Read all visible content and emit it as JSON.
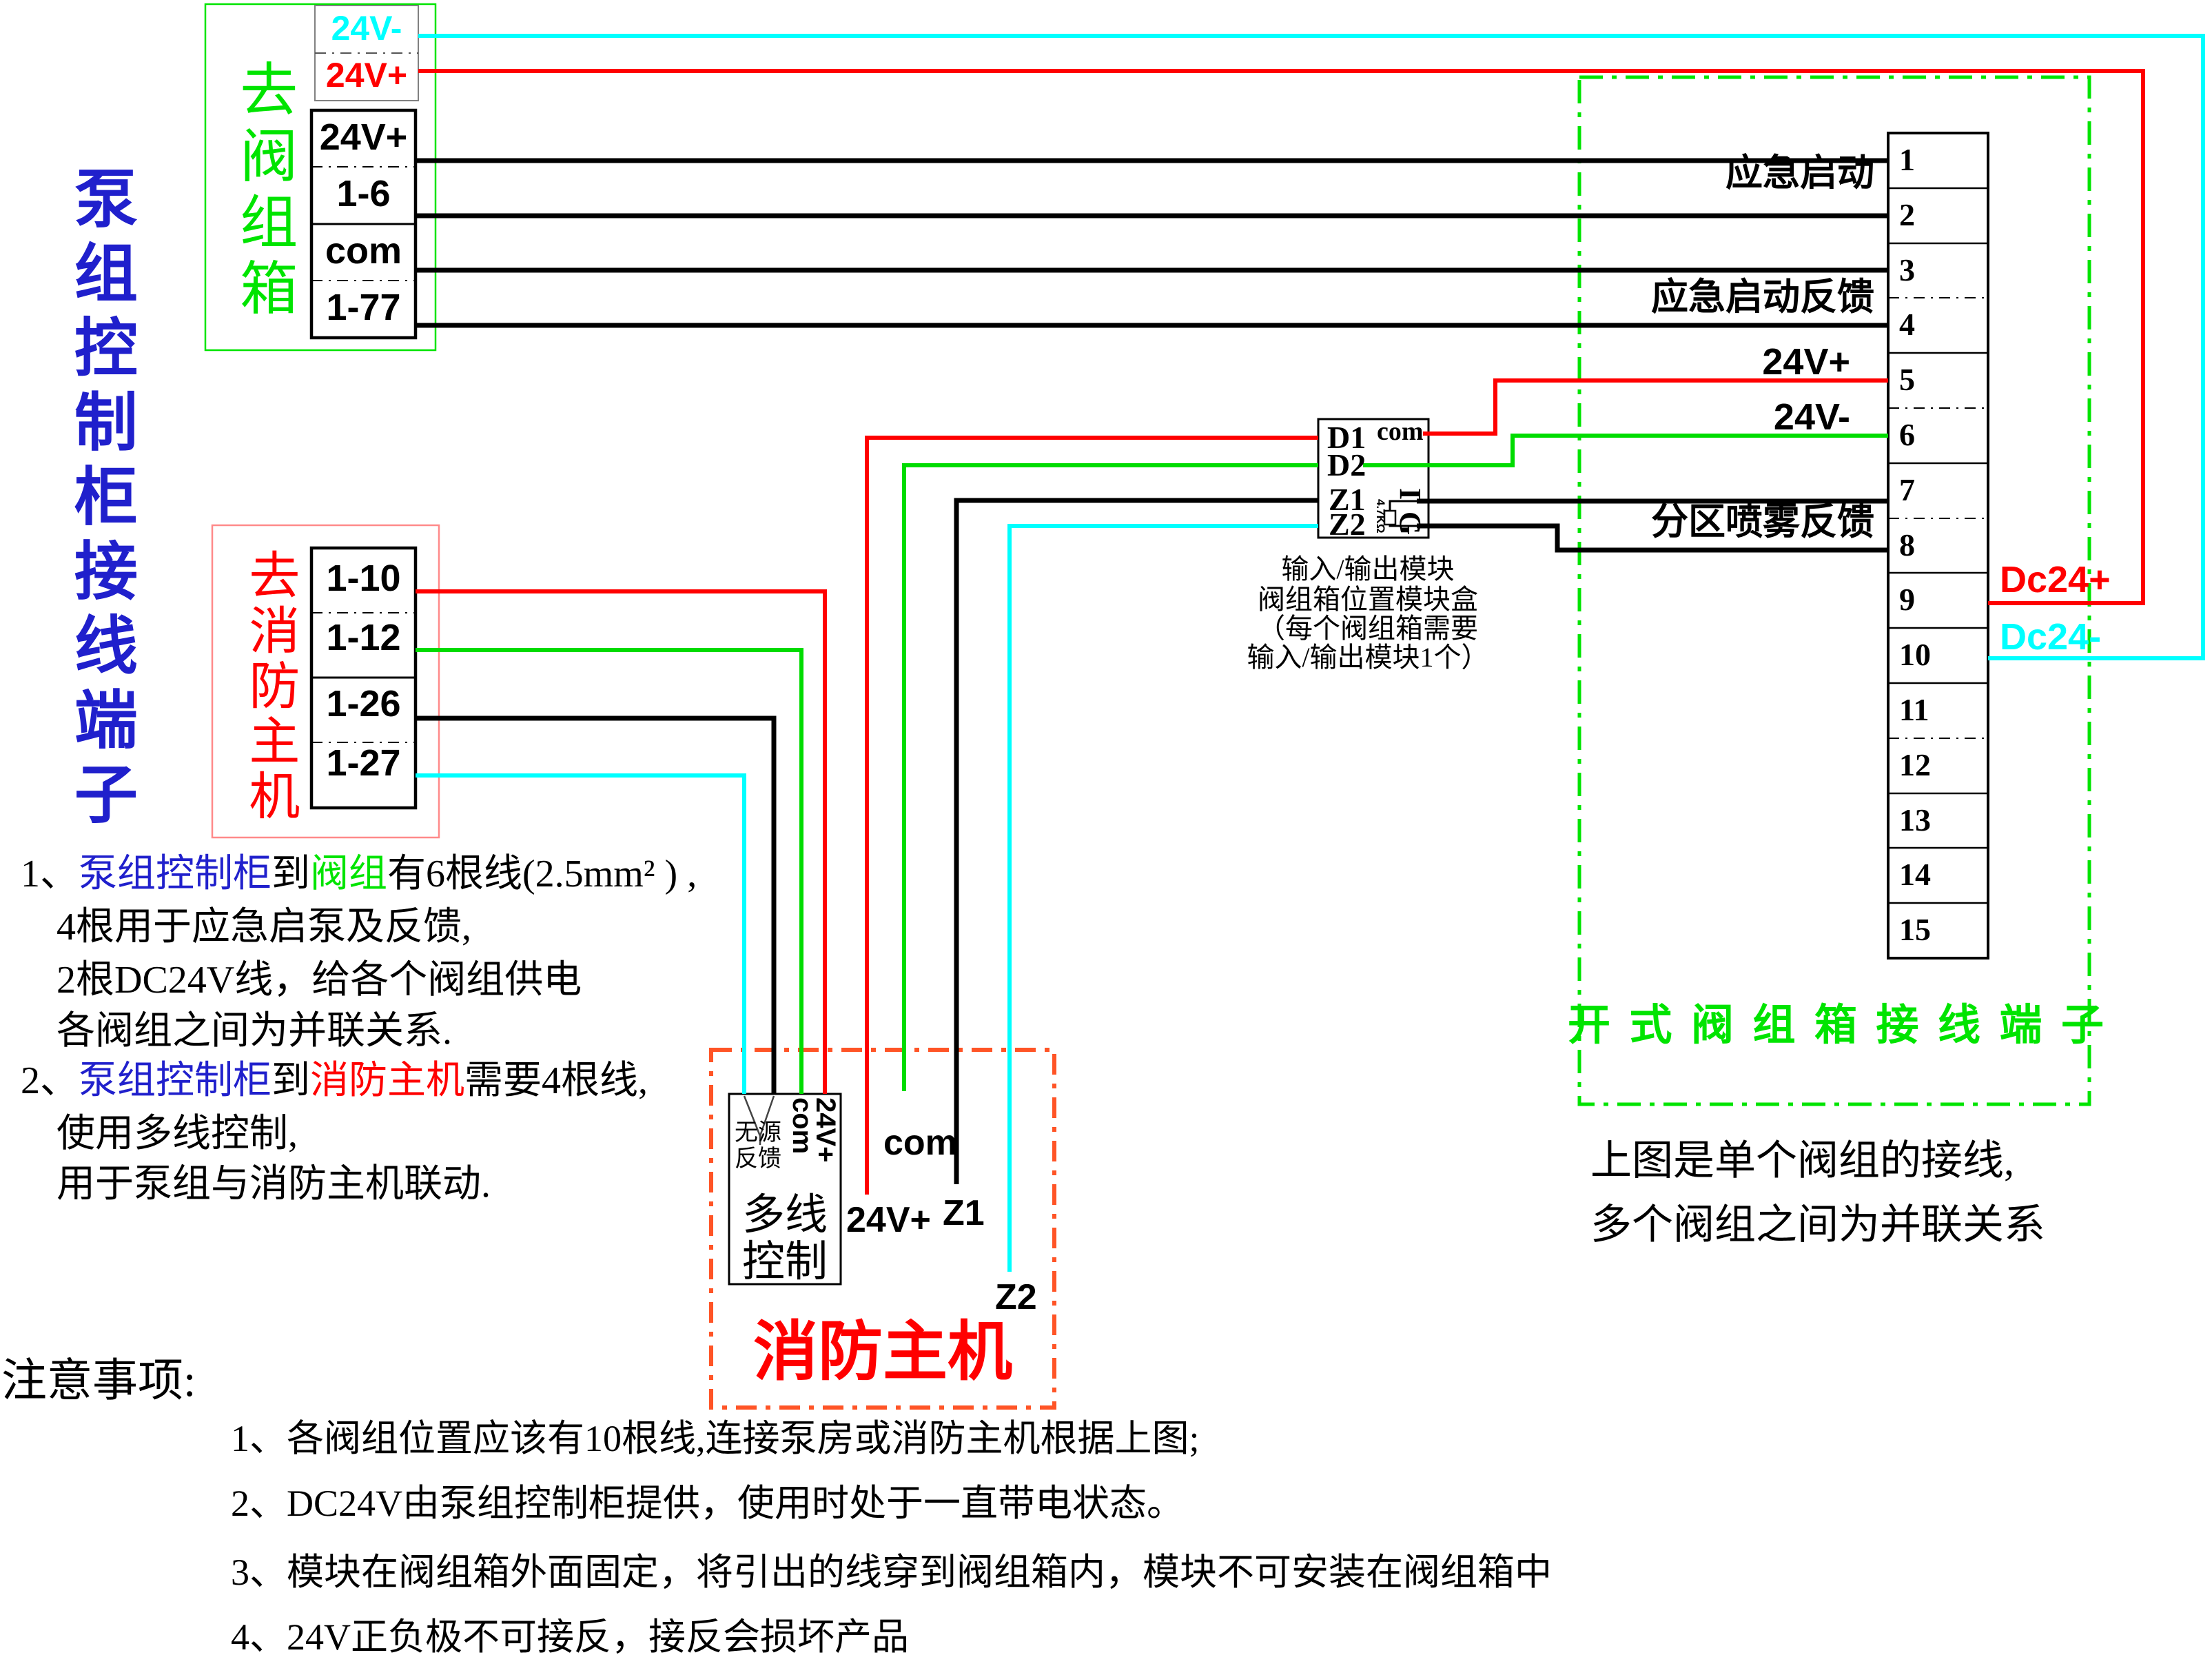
{
  "colors": {
    "wire_red": "#FF0000",
    "wire_green": "#00DC00",
    "wire_cyan": "#00FFFF",
    "wire_black": "#000000",
    "box_green": "#00E400",
    "box_red_light": "#FF8A8A",
    "box_orange": "#FF5426",
    "text_blue": "#2020CC",
    "text_red": "#FF0000",
    "text_green": "#00E400",
    "text_cyan": "#00FFFF"
  },
  "left_panel": {
    "vertical_title": "泵组控制柜接线端子"
  },
  "valve_group_box": {
    "vertical_title": "去阀组箱",
    "power_terminals": {
      "neg": "24V-",
      "pos": "24V+"
    },
    "signal_terminals": [
      "24V+",
      "1-6",
      "com",
      "1-77"
    ]
  },
  "fire_host_terminals_box": {
    "vertical_title": "去消防主机",
    "terminals": [
      "1-10",
      "1-12",
      "1-26",
      "1-27"
    ]
  },
  "io_module": {
    "left_terminals": [
      "D1",
      "D2",
      "Z1",
      "Z2"
    ],
    "top_terminal": "com",
    "side_terminals": [
      "I",
      "G"
    ],
    "resistor_label": "4.7KΩ",
    "caption": [
      "输入/输出模块",
      "阀组箱位置模块盒",
      "（每个阀组箱需要",
      "输入/输出模块1个）"
    ]
  },
  "valve_terminal_strip": {
    "numbers": [
      "1",
      "2",
      "3",
      "4",
      "5",
      "6",
      "7",
      "8",
      "9",
      "10",
      "11",
      "12",
      "13",
      "14",
      "15"
    ],
    "labels": {
      "emergency_start": "应急启动",
      "emergency_start_feedback": "应急启动反馈",
      "v24_pos": "24V+",
      "v24_neg": "24V-",
      "zone_spray_feedback": "分区喷雾反馈",
      "dc24_pos": "Dc24+",
      "dc24_neg": "Dc24-"
    },
    "title": "开 式 阀 组 箱 接 线 端 子",
    "note_line1": "上图是单个阀组的接线,",
    "note_line2": "多个阀组之间为并联关系"
  },
  "fire_host_box": {
    "title": "消防主机",
    "passive_feedback_line1": "无源",
    "passive_feedback_line2": "反馈",
    "multiline_row1": "多线",
    "multiline_row2": "控制",
    "rotated_com": "com",
    "rotated_24v": "24V+",
    "wire_labels": {
      "v24_pos": "24V+",
      "com": "com",
      "z1": "Z1",
      "z2": "Z2"
    }
  },
  "notes_left": {
    "n1_no": "1、",
    "n1_blue": "泵组控制柜",
    "n1_mid": "到",
    "n1_green": "阀组",
    "n1_rest": "有6根线(2.5mm² ) ,",
    "n1_l2": "4根用于应急启泵及反馈,",
    "n1_l3": "2根DC24V线，给各个阀组供电",
    "n1_l4": "各阀组之间为并联关系.",
    "n2_no": "2、",
    "n2_blue": "泵组控制柜",
    "n2_mid": "到",
    "n2_red": "消防主机",
    "n2_rest": "需要4根线,",
    "n2_l2": "使用多线控制,",
    "n2_l3": "用于泵组与消防主机联动."
  },
  "notes_bottom": {
    "header": "注意事项:",
    "item1": "1、各阀组位置应该有10根线,连接泵房或消防主机根据上图;",
    "item2": "2、DC24V由泵组控制柜提供，使用时处于一直带电状态。",
    "item3": "3、模块在阀组箱外面固定，将引出的线穿到阀组箱内，模块不可安装在阀组箱中",
    "item4": "4、24V正负极不可接反，接反会损坏产品"
  }
}
